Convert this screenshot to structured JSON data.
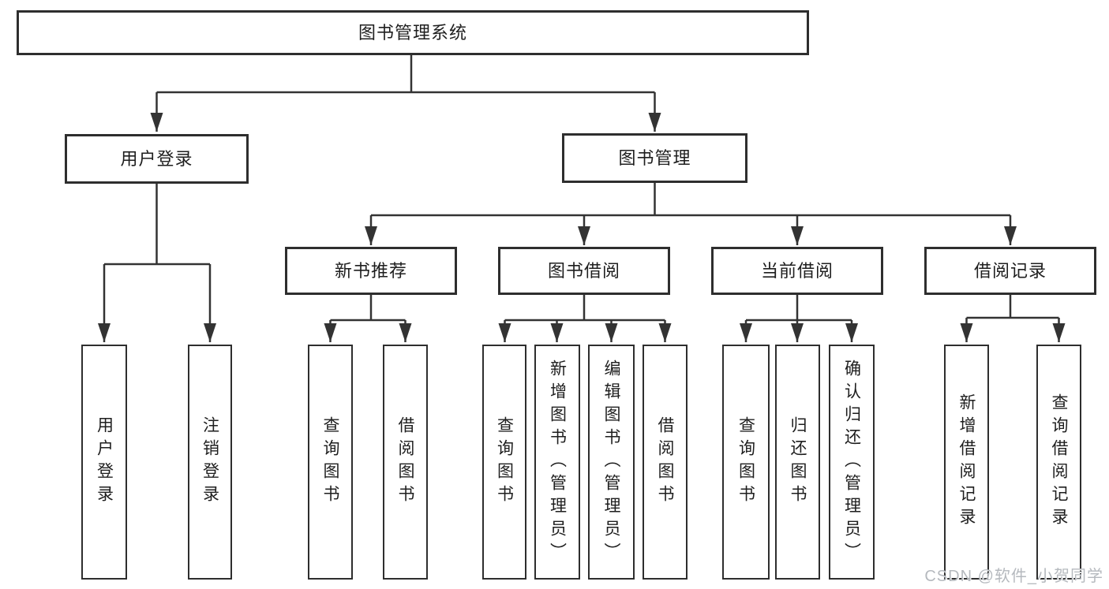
{
  "diagram": {
    "root": {
      "label": "图书管理系统"
    },
    "level2": [
      {
        "label": "用户登录"
      },
      {
        "label": "图书管理"
      }
    ],
    "level3": [
      {
        "label": "新书推荐"
      },
      {
        "label": "图书借阅"
      },
      {
        "label": "当前借阅"
      },
      {
        "label": "借阅记录"
      }
    ],
    "leaves": [
      {
        "label": "用户登录"
      },
      {
        "label": "注销登录"
      },
      {
        "label": "查询图书"
      },
      {
        "label": "借阅图书"
      },
      {
        "label": "查询图书"
      },
      {
        "label": "新增图书（管理员）"
      },
      {
        "label": "编辑图书（管理员）"
      },
      {
        "label": "借阅图书"
      },
      {
        "label": "查询图书"
      },
      {
        "label": "归还图书"
      },
      {
        "label": "确认归还（管理员）"
      },
      {
        "label": "新增借阅记录"
      },
      {
        "label": "查询借阅记录"
      }
    ]
  },
  "watermark": {
    "text": "CSDN @软件_小贺同学"
  },
  "colors": {
    "line": "#333333",
    "border": "#2e2e2e",
    "text": "#1e1e1e",
    "watermark": "#b5b9be",
    "background": "#ffffff"
  }
}
